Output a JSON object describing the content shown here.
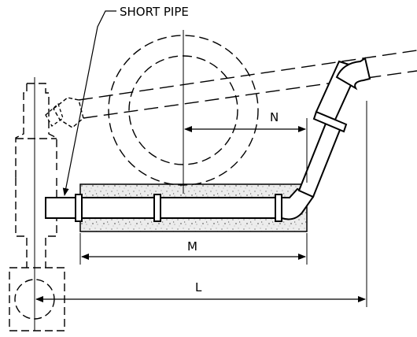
{
  "labels": {
    "short_pipe": "SHORT PIPE",
    "dim_n": "N",
    "dim_m": "M",
    "dim_l": "L"
  },
  "colors": {
    "line": "#000000",
    "concrete_fill": "#e9e9e9",
    "background": "#ffffff"
  }
}
